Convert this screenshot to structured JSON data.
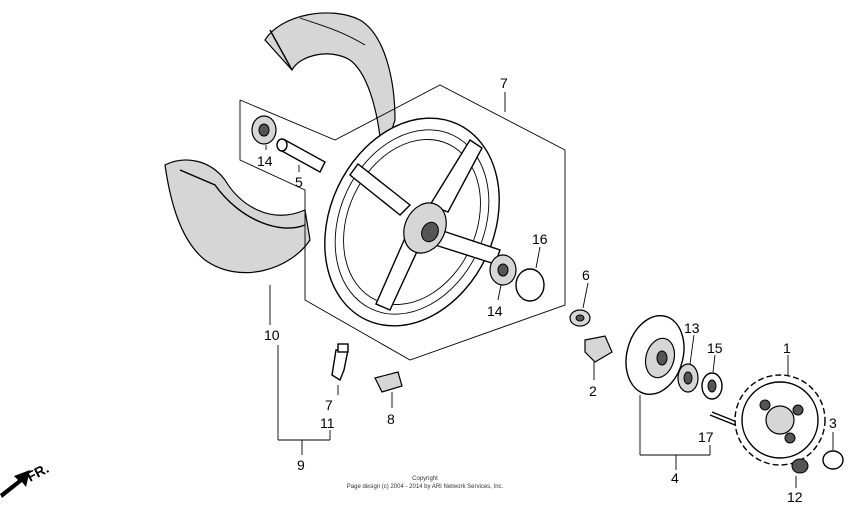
{
  "diagram": {
    "callouts": {
      "p1": "1",
      "p2": "2",
      "p3": "3",
      "p4": "4",
      "p5": "5",
      "p6": "6",
      "p7_wheel": "7",
      "p7_valve": "7",
      "p8": "8",
      "p9": "9",
      "p10": "10",
      "p11": "11",
      "p12": "12",
      "p13": "13",
      "p14_top": "14",
      "p14_mid": "14",
      "p15": "15",
      "p16": "16",
      "p17": "17"
    },
    "direction_label": "FR.",
    "copyright": {
      "line1": "Copyright",
      "line2": "Page design (c) 2004 - 2014 by ARI Network Services, Inc."
    }
  }
}
